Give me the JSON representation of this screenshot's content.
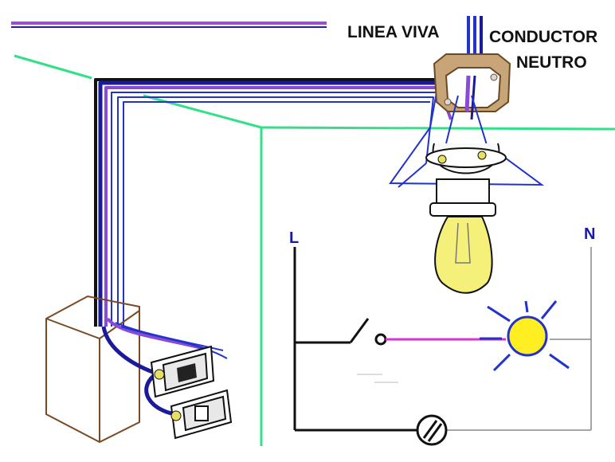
{
  "labels": {
    "live_line": "LINEA VIVA",
    "neutral_line": "CONDUCTOR",
    "neutral_line_2": "NEUTRO",
    "schematic_live": "L",
    "schematic_neutral": "N"
  },
  "colors": {
    "wall_edges": "#33e08a",
    "live_wire": "#a24ad8",
    "neutral_wire": "#1a1a9a",
    "cable_sheath": "#2222cc",
    "box": "#7a4a22",
    "lamp_glow": "#f5f07a",
    "sun": "#ffee22",
    "sun_rays": "#2233cc",
    "schematic_wire": "#111111",
    "schematic_switch_link": "#dd33cc"
  }
}
